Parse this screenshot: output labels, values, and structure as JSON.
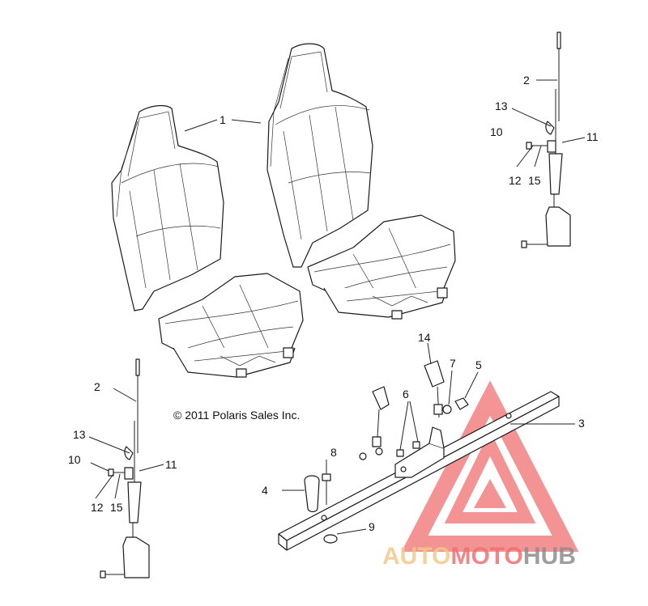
{
  "copyright": "© 2011 Polaris Sales Inc.",
  "callouts": {
    "seat": "1",
    "belt_left": "2",
    "belt_right": "2",
    "crossbar": "3",
    "pin": "4",
    "nut": "5",
    "bolts": "6",
    "washer": "7",
    "screw": "8",
    "plug": "9",
    "r_10": "10",
    "r_11": "11",
    "r_12": "12",
    "r_13": "13",
    "r_15": "15",
    "l_10": "10",
    "l_11": "11",
    "l_12": "12",
    "l_13": "13",
    "l_15": "15",
    "buckle": "14"
  },
  "watermark": {
    "part1": "AUTO",
    "part2": "MOTO",
    "part3": "HUB",
    "color_light": "#f3c98b",
    "color_red": "#f07070",
    "color_gray": "#8e8e8e"
  }
}
